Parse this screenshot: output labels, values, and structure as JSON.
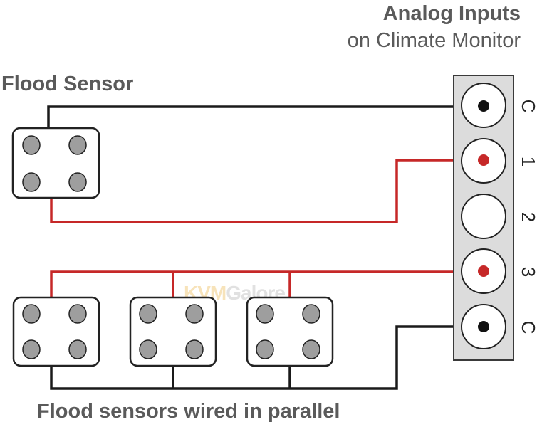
{
  "title": {
    "line1": "Analog Inputs",
    "line2": "on Climate Monitor"
  },
  "labels": {
    "flood_sensor": "Flood Sensor",
    "parallel": "Flood sensors wired in parallel"
  },
  "watermark": {
    "part1": "KVM",
    "part2": "Galore"
  },
  "terminals": [
    "C",
    "1",
    "2",
    "3",
    "C"
  ],
  "colors": {
    "black_wire": "#1a1a1a",
    "red_wire": "#c62828",
    "sensor_pin": "#9e9e9e",
    "block": "#dcdcdc"
  }
}
